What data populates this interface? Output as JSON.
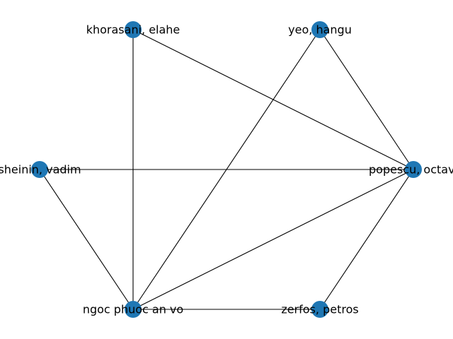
{
  "graph": {
    "node_color": "#1f77b4",
    "edge_color": "#000000",
    "nodes": [
      {
        "id": "khorasani",
        "label": "khorasani, elahe"
      },
      {
        "id": "yeo",
        "label": "yeo, hangu"
      },
      {
        "id": "sheinin",
        "label": "sheinin, vadim"
      },
      {
        "id": "popescu",
        "label": "popescu, octavi"
      },
      {
        "id": "ngoc",
        "label": "ngoc phuoc an vo"
      },
      {
        "id": "zerfos",
        "label": "zerfos, petros"
      }
    ],
    "edges": [
      [
        "khorasani",
        "ngoc"
      ],
      [
        "khorasani",
        "popescu"
      ],
      [
        "yeo",
        "popescu"
      ],
      [
        "yeo",
        "ngoc"
      ],
      [
        "sheinin",
        "popescu"
      ],
      [
        "sheinin",
        "ngoc"
      ],
      [
        "popescu",
        "ngoc"
      ],
      [
        "popescu",
        "zerfos"
      ],
      [
        "ngoc",
        "zerfos"
      ]
    ]
  }
}
